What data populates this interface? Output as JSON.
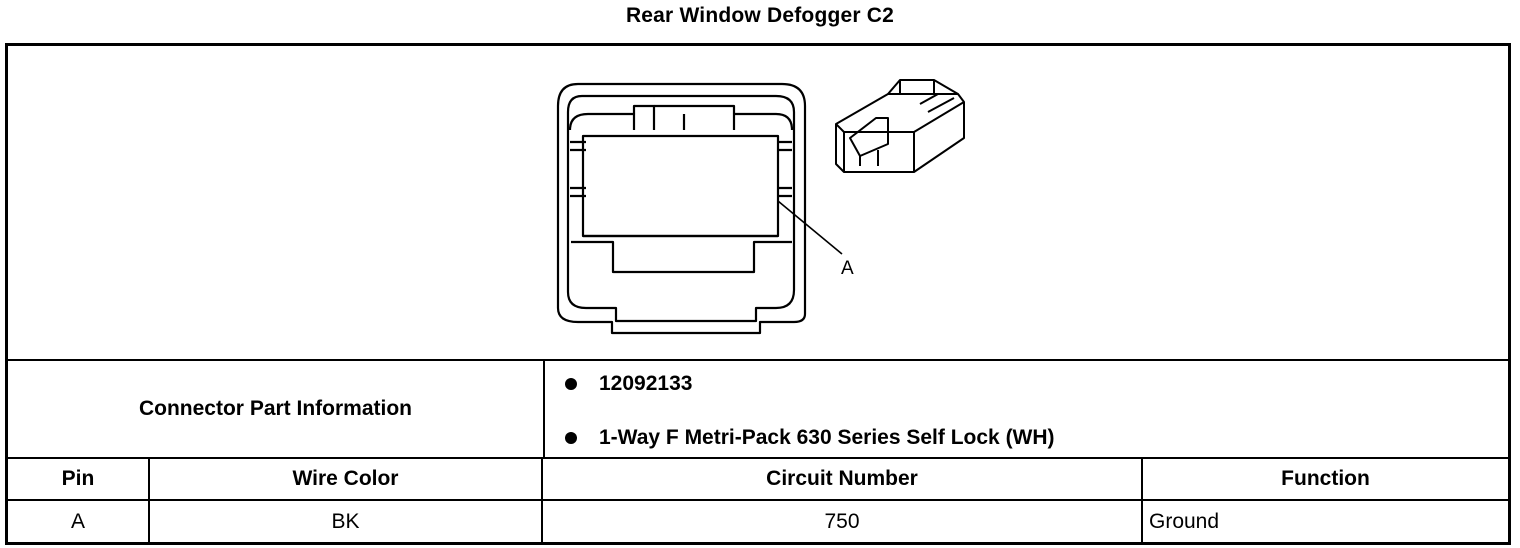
{
  "title": "Rear Window Defogger C2",
  "diagram": {
    "pin_callout": "A"
  },
  "connector_info": {
    "label": "Connector Part Information",
    "items": [
      "12092133",
      "1-Way F Metri-Pack 630 Series Self Lock (WH)"
    ]
  },
  "table": {
    "headers": [
      "Pin",
      "Wire Color",
      "Circuit Number",
      "Function"
    ],
    "rows": [
      [
        "A",
        "BK",
        "750",
        "Ground"
      ]
    ]
  }
}
